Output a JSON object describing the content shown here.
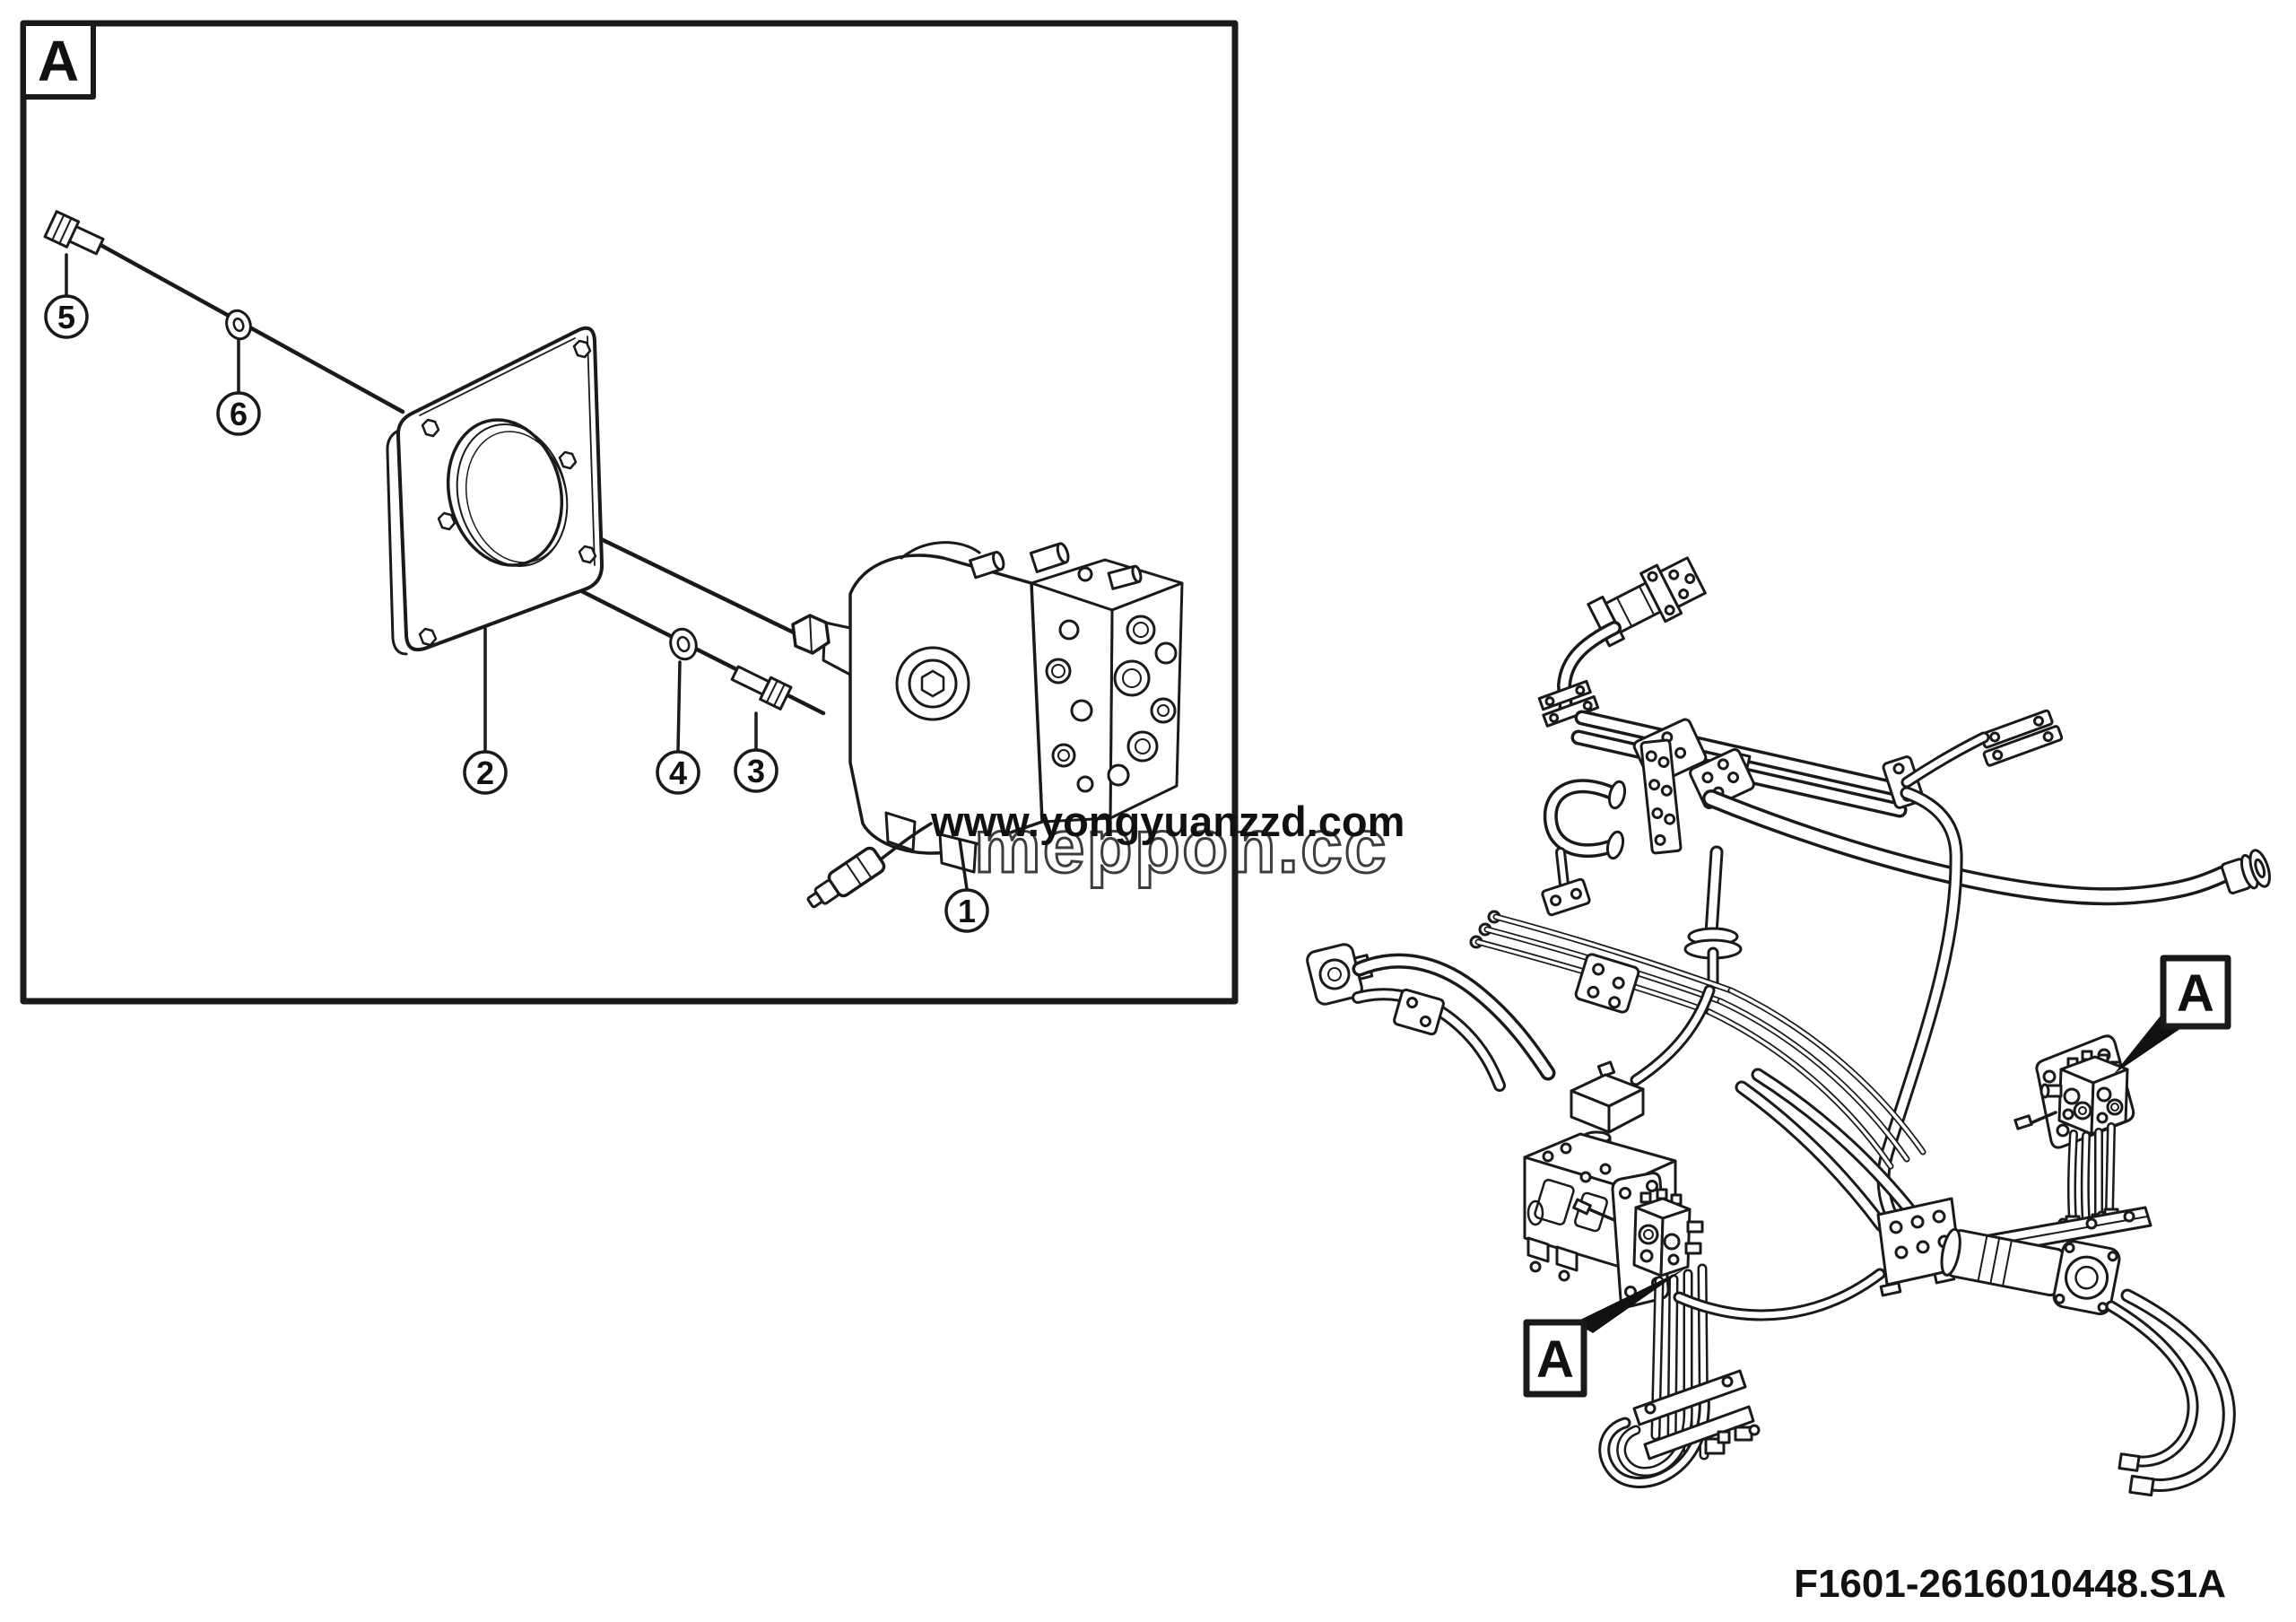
{
  "diagram": {
    "detail_label": "A",
    "ref_labels": {
      "left": "A",
      "right": "A"
    },
    "callouts": {
      "c1": "1",
      "c2": "2",
      "c3": "3",
      "c4": "4",
      "c5": "5",
      "c6": "6"
    },
    "part_number": "F1601-2616010448.S1A"
  },
  "watermark": {
    "url_text": "www.yongyuanzzd.com",
    "url_color": "#2b7abf",
    "brand_text": "meppon.cc",
    "brand_outline": "#3d3d3d"
  },
  "colors": {
    "line": "#1a1a1a",
    "background": "#ffffff"
  }
}
